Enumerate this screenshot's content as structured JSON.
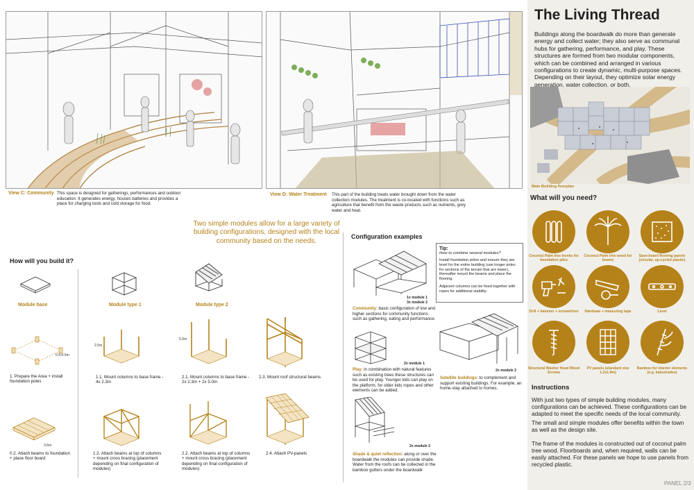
{
  "panel": {
    "title": "The Living Thread",
    "intro": "Buildings along the boardwalk do more than generate energy and collect water; they also serve as communal hubs for gathering, performance, and play. These structures are formed from two modular components, which can be combined and arranged in various configurations to create dynamic, multi-purpose spaces. Depending on their layout, they optimize solar energy generation, water collection, or both.",
    "floorplan_caption": "Main Building floorplan",
    "page_number": "PANEL 2/3"
  },
  "views": [
    {
      "title": "View C: Community",
      "text": "This space is designed for gatherings, performances and outdoor education. It generates energy, houses batteries and provides a place for charging tools and cold storage for food."
    },
    {
      "title": "View D: Water Treatment",
      "text": "This part of the building treats water brought down from the water collection modules. The treatment is co-located with functions such as agriculture that benefit from the waste products such as nutrients, grey water and heat."
    }
  ],
  "headline": "Two simple modules allow for a large variety of building configurations, designed with the local community based on the needs.",
  "how": {
    "heading": "How will you build it?",
    "modules": [
      "Module base",
      "Module type 1",
      "Module type 2"
    ],
    "steps": [
      "1. Prepare the Area + install foundation poles",
      "0.2. Attach beams to foundation + place floor board",
      "1.1. Mount columns to base frame - 4x 2.3m",
      "1.2. Attach beams at top of columns + mount cross bracing (placement depending on final configuration of modules)",
      "2.1. Mount columns to base frame - 2x 2.3m + 2x 5.0m",
      "2.2. Attach beams at top of columns + mount cross bracing (placement depending on final configuration of modules)",
      "2.3. Mount roof structural beams",
      "2.4. Attach PV-panels"
    ],
    "dims": [
      "0.4-0.5m",
      "3.6m",
      "2.5m",
      "5.0m"
    ]
  },
  "config": {
    "heading": "Configuration examples",
    "tags": [
      "1x module 1",
      "3x module 2",
      "2x module 1",
      "2x module 2",
      "2x module 2"
    ],
    "community_title": "Community",
    "community_text": ": basic configuration of low and higher sections for community functions such as gathering, eating and performance.",
    "play_title": "Play",
    "play_text": ": in combination with natural features such as existing trees these structures can be used for play. Younger kids can play on the platform, for older kids ropes and other elements can be added.",
    "satellite_title": "Satellite buildings",
    "satellite_text": ": to complement and support existing buildings. For example, an home-stay attached to homes.",
    "shade_title": "Shade & quiet reflection",
    "shade_text": ": along or over the boardwalk the modules can provide shade. Water from the roofs can be collected in the bamboo gutters under the boardwalk"
  },
  "tip": {
    "title": "Tip:",
    "question": "How to combine several modules?",
    "text1": "Install foundation poles and ensure they are level for the entire building (use longer poles for sections of the terrain that are lower), thereafter mount the beams and place the flooring.",
    "text2": "Adjacent columns can be fixed together with ropes for additional stability."
  },
  "needs": {
    "heading": "What will you need?",
    "items": [
      {
        "label": "Coconut Palm tree trunks for foundation piles",
        "icon": "trunks-icon"
      },
      {
        "label": "Coconut Palm tree wood for beams",
        "icon": "palm-tree-icon"
      },
      {
        "label": "Save-board flooring panels (circular, up-cycled plastic)",
        "icon": "board-icon"
      },
      {
        "label": "Drill + hammer + screwdriver",
        "icon": "drill-icon"
      },
      {
        "label": "Handsaw + measuring tape",
        "icon": "saw-icon"
      },
      {
        "label": "Level",
        "icon": "level-icon"
      },
      {
        "label": "Structural Washer Head Wood Screws",
        "icon": "screw-icon"
      },
      {
        "label": "PV panels (standard size 1.2x1.8m)",
        "icon": "pv-panel-icon"
      },
      {
        "label": "Bamboo for interior elements (e.g. balustrades)",
        "icon": "bamboo-icon"
      }
    ]
  },
  "instructions": {
    "heading": "Instructions",
    "p1": "With just two types of simple building modules, many configurations can be achieved. These configurations can be adapted to meet the specific needs of the local community.",
    "p2": "The small and simple modules offer benefits within the town as well as the design site.",
    "p3": "The frame of the modules is constructed out of coconut palm tree wood. Floorboards and, when required, walls can be easily attached. For these panels we hope to use panels from recycled plastic."
  },
  "colors": {
    "accent": "#b5821a",
    "panel_bg": "#f1efea"
  }
}
